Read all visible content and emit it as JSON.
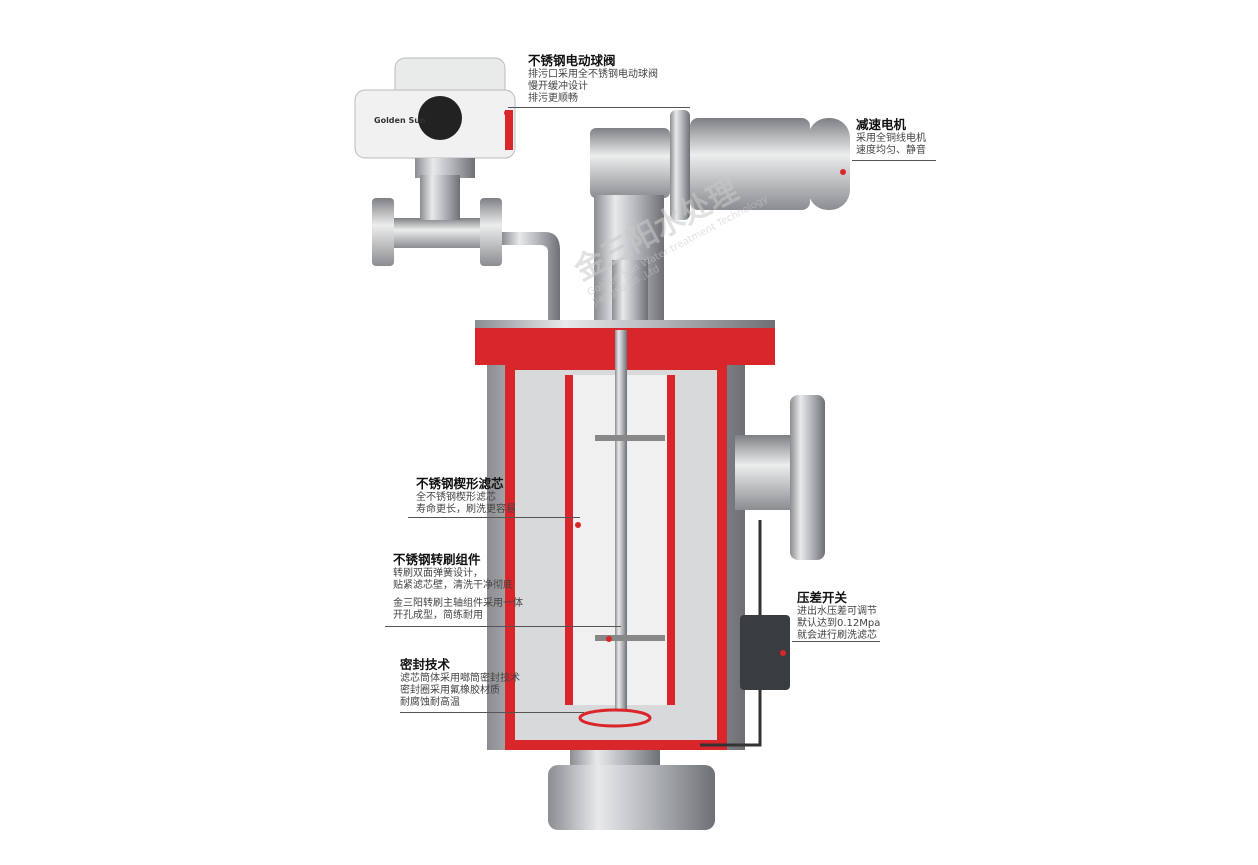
{
  "callouts": [
    {
      "title": "不锈钢电动球阀",
      "lines": [
        "排污口采用全不锈钢电动球阀",
        "慢开缓冲设计",
        "排污更顺畅"
      ]
    },
    {
      "title": "减速电机",
      "lines": [
        "采用全铜线电机",
        "速度均匀、静音"
      ]
    },
    {
      "title": "不锈钢楔形滤芯",
      "lines": [
        "全不锈钢楔形滤芯",
        "寿命更长，刷洗更容易"
      ]
    },
    {
      "title": "不锈钢转刷组件",
      "lines": [
        "转刷双面弹簧设计，",
        "贴紧滤芯壁，清洗干净彻底"
      ],
      "extra": [
        "金三阳转刷主轴组件采用一体",
        "开孔成型，简练耐用"
      ]
    },
    {
      "title": "密封技术",
      "lines": [
        "滤芯筒体采用啷筒密封技术",
        "密封圈采用氟橡胶材质",
        "耐腐蚀耐高温"
      ]
    },
    {
      "title": "压差开关",
      "lines": [
        "进出水压差可调节",
        "默认达到0.12Mpa",
        "就会进行刷洗滤芯"
      ]
    }
  ],
  "actuator_brand": "Golden Sun",
  "watermark": {
    "cn": "金三阳水处理",
    "en1": "Golden Sun Water treatment Technology",
    "en2": "Jiangsu Co.,Ltd"
  },
  "colors": {
    "accent": "#d9262a",
    "steel": "#b9bcc0"
  }
}
